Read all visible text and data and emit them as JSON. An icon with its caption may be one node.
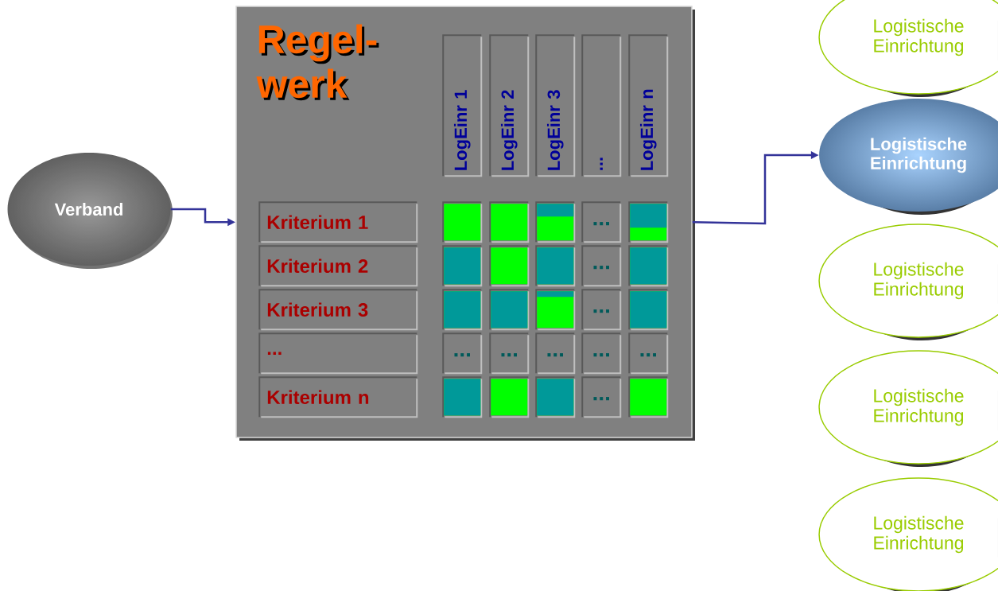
{
  "diagram": {
    "nodes": [
      {
        "text": [
          "Verband"
        ]
      },
      {
        "text": [
          "Regel- werk"
        ]
      },
      {
        "text": [
          "LogEinr 1"
        ],
        "in": 1
      },
      {
        "text": [
          "LogEinr 2"
        ],
        "in": 1
      },
      {
        "text": [
          "LogEinr 3"
        ],
        "in": 1
      },
      {
        "text": [
          "..."
        ],
        "in": 1
      },
      {
        "text": [
          "LogEinr n"
        ],
        "in": 1
      },
      {
        "text": [
          "Kriterium 1"
        ],
        "in": 1
      },
      {
        "text": [],
        "shape": "box",
        "in": 1
      },
      {
        "text": [],
        "shape": "box",
        "in": 1
      },
      {
        "text": [],
        "shape": "box",
        "in": 1
      },
      {
        "text": [
          "..."
        ],
        "in": 1
      },
      {
        "text": [],
        "shape": "box",
        "in": 1
      },
      {
        "text": [
          "Kriterium 2"
        ],
        "in": 1
      },
      {
        "text": [],
        "shape": "box",
        "in": 1
      },
      {
        "text": [],
        "shape": "box",
        "in": 1
      },
      {
        "text": [],
        "shape": "box",
        "in": 1
      },
      {
        "text": [
          "..."
        ],
        "in": 1
      },
      {
        "text": [],
        "shape": "box",
        "in": 1
      },
      {
        "text": [
          "Kriterium 3"
        ],
        "in": 1
      },
      {
        "text": [],
        "shape": "box",
        "in": 1
      },
      {
        "text": [],
        "shape": "box",
        "in": 1
      },
      {
        "text": [],
        "shape": "box",
        "in": 1
      },
      {
        "text": [
          "..."
        ],
        "in": 1
      },
      {
        "text": [],
        "shape": "box",
        "in": 1
      },
      {
        "text": [
          "..."
        ],
        "in": 1
      },
      {
        "text": [
          "..."
        ],
        "in": 1
      },
      {
        "text": [
          "..."
        ],
        "in": 1
      },
      {
        "text": [
          "..."
        ],
        "in": 1
      },
      {
        "text": [
          "..."
        ],
        "in": 1
      },
      {
        "text": [
          "..."
        ],
        "in": 1
      },
      {
        "text": [
          "Kriterium n"
        ],
        "in": 1
      },
      {
        "text": [],
        "shape": "box",
        "in": 1
      },
      {
        "text": [],
        "shape": "box",
        "in": 1
      },
      {
        "text": [],
        "shape": "box",
        "in": 1
      },
      {
        "text": [
          "..."
        ],
        "in": 1
      },
      {
        "text": [],
        "shape": "box",
        "in": 1
      },
      {
        "text": [
          "Logistische Einrichtung"
        ]
      },
      {
        "text": [
          "Logistische Einrichtung"
        ]
      },
      {
        "text": [
          "Logistische Einrichtung"
        ]
      },
      {
        "text": [
          "Logistische Einrichtung"
        ]
      },
      {
        "text": [
          "Logistische Einrichtung"
        ]
      }
    ],
    "edges": [
      {
        "from": 0,
        "to": 1,
        "arrow": "to"
      },
      {
        "from": 1,
        "to": 38,
        "arrow": "to"
      }
    ]
  }
}
